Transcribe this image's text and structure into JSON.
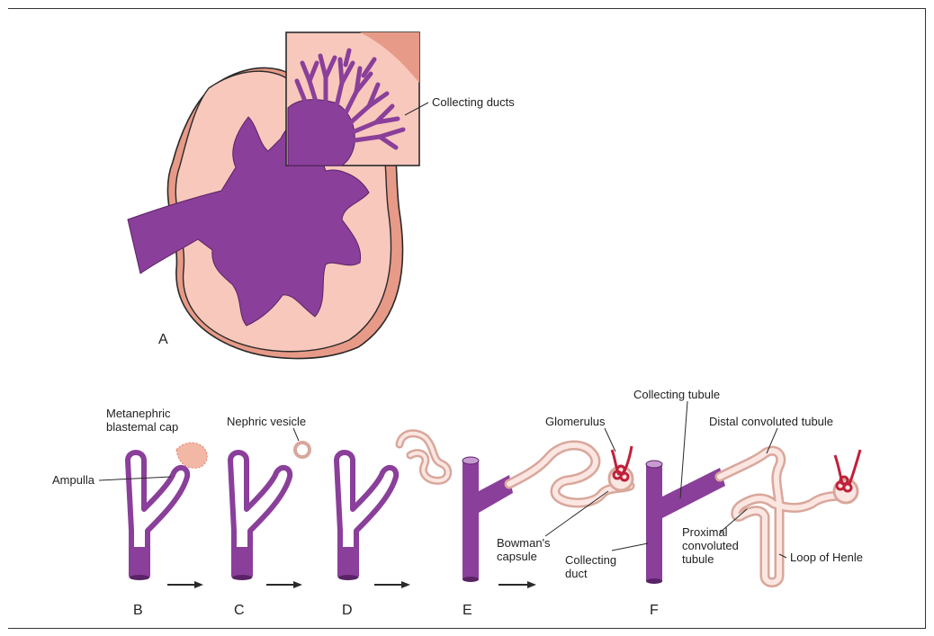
{
  "colors": {
    "kidney_tissue": "#f8c8bc",
    "ureteric_purple": "#8a3f9a",
    "capsule_edge": "#e9a08a",
    "glomerulus_red": "#c0203a",
    "tubule_pink": "#f6d2cc",
    "outline": "#2a2a2a"
  },
  "labels": {
    "collecting_ducts": "Collecting ducts",
    "metanephric_blastemal_cap_line1": "Metanephric",
    "metanephric_blastemal_cap_line2": "blastemal cap",
    "ampulla": "Ampulla",
    "nephric_vesicle": "Nephric vesicle",
    "glomerulus": "Glomerulus",
    "collecting_tubule": "Collecting tubule",
    "distal_convoluted_tubule": "Distal convoluted tubule",
    "bowmans_capsule_line1": "Bowman's",
    "bowmans_capsule_line2": "capsule",
    "collecting_duct_line1": "Collecting",
    "collecting_duct_line2": "duct",
    "proximal_line1": "Proximal",
    "proximal_line2": "convoluted",
    "proximal_line3": "tubule",
    "loop_of_henle": "Loop of Henle"
  },
  "panels": {
    "a": "A",
    "b": "B",
    "c": "C",
    "d": "D",
    "e": "E",
    "f": "F"
  }
}
